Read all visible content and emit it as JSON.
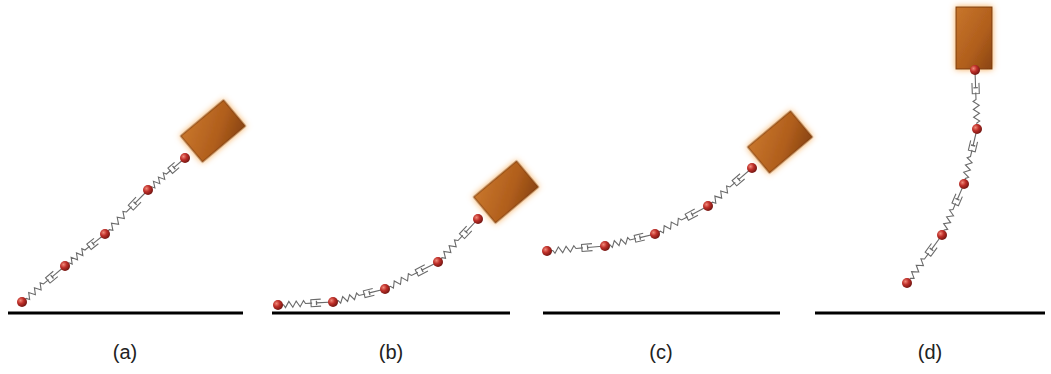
{
  "diagram": {
    "labels": [
      "(a)",
      "(b)",
      "(c)",
      "(d)"
    ]
  }
}
